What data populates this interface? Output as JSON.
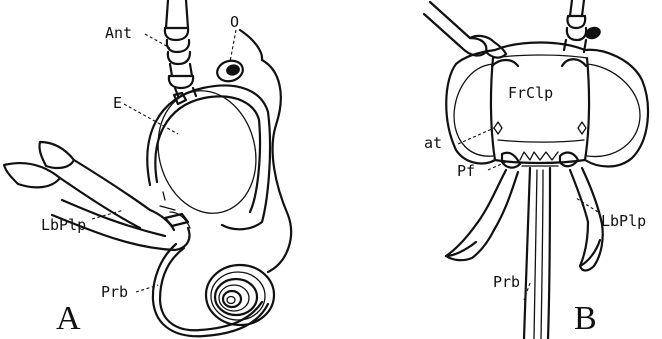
{
  "labels_a": {
    "antenna": "Ant",
    "ocellus": "O",
    "eye": "E",
    "labial_palp": "LbPlp",
    "proboscis": "Prb",
    "panel": "A"
  },
  "labels_b": {
    "frontoclypeus": "FrClp",
    "tentorial_pit": "at",
    "pilifer": "Pf",
    "labial_palp": "LbPlp",
    "proboscis": "Prb",
    "panel": "B"
  },
  "colors": {
    "ink": "#111111",
    "paper": "#ffffff"
  }
}
